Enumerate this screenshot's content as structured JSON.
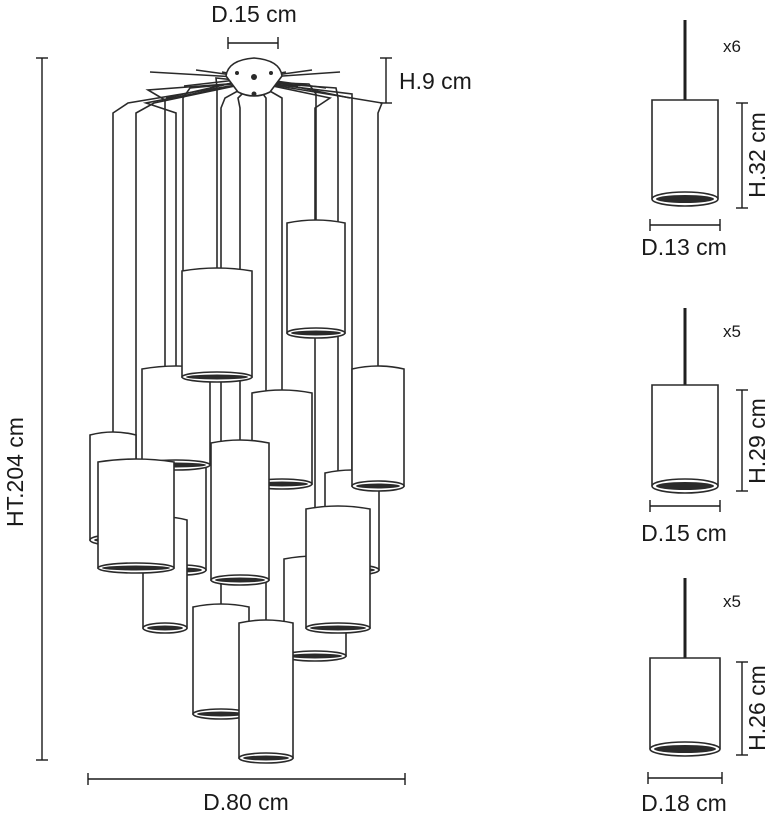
{
  "chandelier": {
    "canopy_diameter": "D.15 cm",
    "canopy_height": "H.9 cm",
    "total_height": "HT.204 cm",
    "total_diameter": "D.80 cm"
  },
  "pendants": [
    {
      "quantity": "x6",
      "height": "H.32 cm",
      "diameter": "D.13 cm"
    },
    {
      "quantity": "x5",
      "height": "H.29 cm",
      "diameter": "D.15 cm"
    },
    {
      "quantity": "x5",
      "height": "H.26 cm",
      "diameter": "D.18 cm"
    }
  ],
  "colors": {
    "line": "#2a2a2a",
    "text": "#1a1a1a",
    "background": "#ffffff"
  }
}
